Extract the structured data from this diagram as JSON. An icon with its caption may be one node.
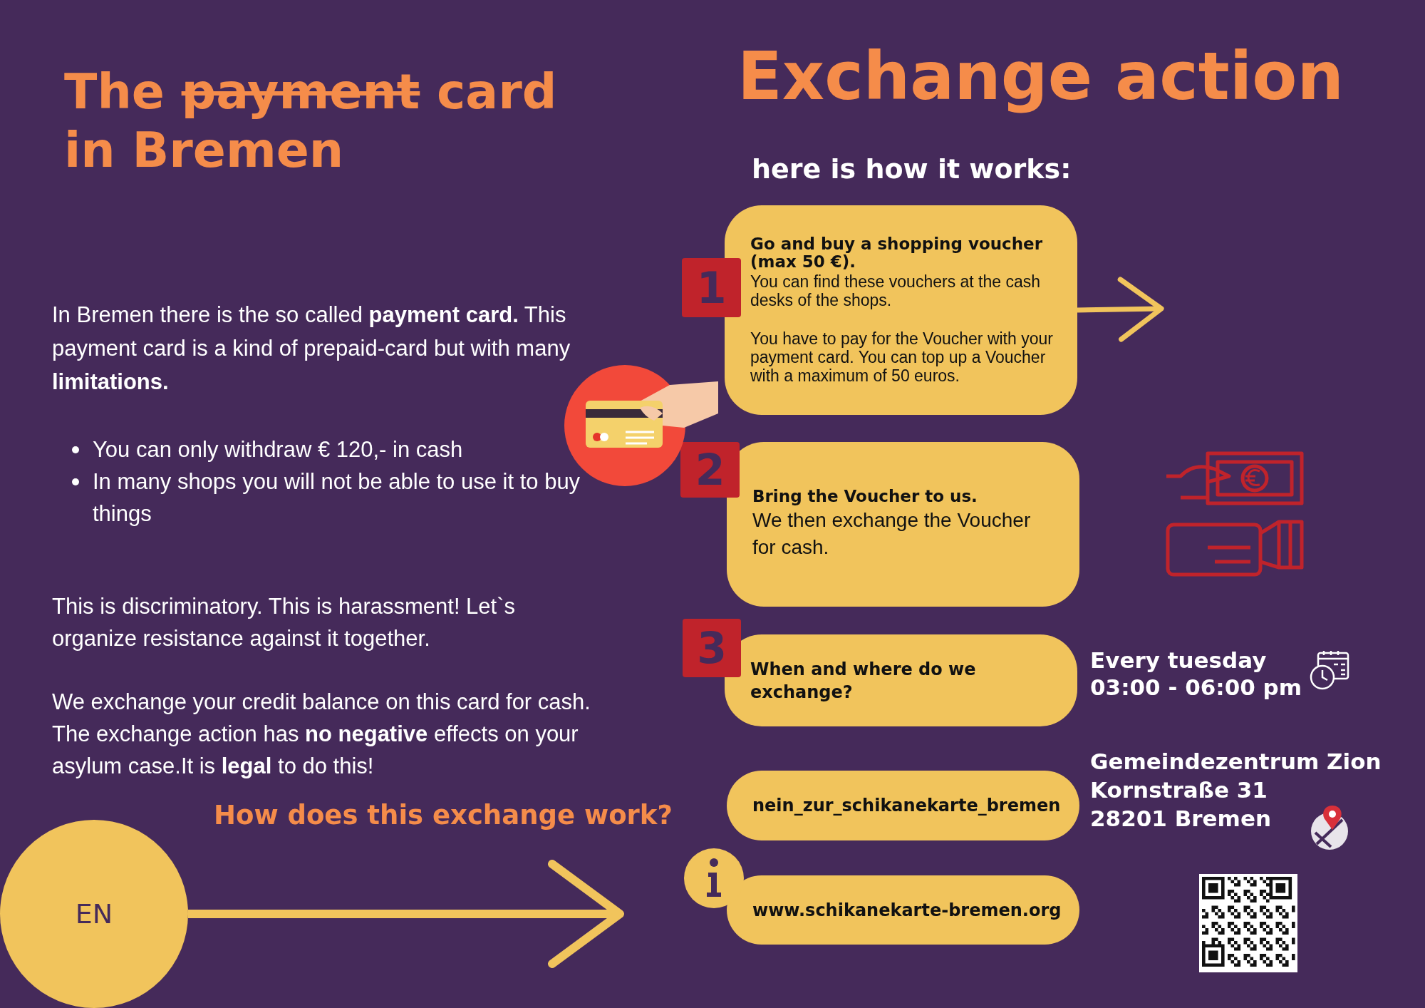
{
  "diagram": {
    "title": "The payment card in Bremen",
    "nodes": [
      {
        "text": [
          "Go and buy a shopping voucher (max 50 €).",
          "You can find these vouchers at the cash desks of the shops.",
          "You have to pay for the Voucher with your payment card. You can top up a Voucher with a maximum of 50 euros."
        ]
      },
      {
        "text": [
          "Bring the Voucher to us.",
          "We then exchange the Voucher for cash."
        ]
      },
      {
        "text": [
          "When and where do we exchange?"
        ]
      },
      {
        "text": [
          "nein_zur_schikanekarte_bremen"
        ]
      },
      {
        "text": [
          "www.schikanekarte-bremen.org"
        ]
      },
      {
        "text": [
          "1"
        ]
      },
      {
        "text": [
          "2"
        ]
      },
      {
        "text": [
          "3"
        ]
      },
      {
        "text": [
          "EN"
        ]
      }
    ],
    "edges": [
      {
        "from": 0,
        "to": null,
        "arrow": "to"
      },
      {
        "from": 8,
        "to": null,
        "arrow": "to"
      }
    ],
    "labels": [
      "Exchange action",
      "here is how it works:",
      "In Bremen there is the so called **payment card.** This payment card is a kind of prepaid-card but with many **limitations.**",
      "You can only withdraw € 120,- in cash",
      "In many shops you will not be able to use it to buy things",
      "This is discriminatory. This is harassment! Let`s organize resistance against it together.",
      "We exchange your credit balance on this card for cash. The exchange action has **no negative** effects on your asylum case.It is **legal** to do this!",
      "How does this exchange work?",
      "Every tuesday",
      "03:00 - 06:00 pm",
      "Gemeindezentrum Zion",
      "Kornstraße 31",
      "28201 Bremen"
    ]
  }
}
